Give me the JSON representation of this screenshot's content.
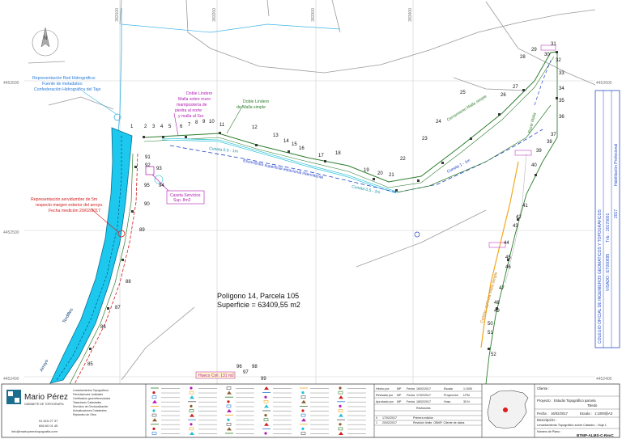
{
  "annotations": {
    "rio_label": "Representación Red Hidrográfica: Fuente de metadatos: Confederación Hidrográfica del Tajo",
    "lindero_malla": "Doble Lindero Malla sobre muro mampostería de piedra al norte y malla al Sur",
    "lindero_simple": "Doble Lindero de Malla simple",
    "servidumbre": "Representación servidumbre de 5m respecto margen exterior del arroyo. Fecha medición 20/02/2017",
    "caseta": "Caseta Servicios Sup. 8m2",
    "poligono": "Polígono 14, Parcela 105",
    "superficie": "Superficie = 63409,55 m2",
    "hueco": "Hueco Coll. 131 m2",
    "arroyo": "Arroyo",
    "tordillos": "Tordillos",
    "cuneta": "Cuneta 0.5 - 1m",
    "escorrentia": "Escorrentía superficial estacional intermitente",
    "cerramiento": "Cerramiento Malla simple",
    "poste": "Poste Malla",
    "cuneta2": "Cuneta 0.5 - 2m",
    "cuneta3": "Cuneta 1 - 1m",
    "camino": "Camino agrícola Malla simple",
    "north": "N"
  },
  "coords": {
    "x1": "383100",
    "x2": "383200",
    "x3": "383300",
    "x4": "383400",
    "y1": "4452600",
    "y2": "4452500",
    "y3": "4452400"
  },
  "points": [
    "1",
    "2",
    "3",
    "4",
    "5",
    "6",
    "7",
    "8",
    "9",
    "10",
    "11",
    "12",
    "13",
    "14",
    "15",
    "16",
    "17",
    "18",
    "19",
    "20",
    "21",
    "22",
    "23",
    "24",
    "25",
    "26",
    "27",
    "28",
    "29",
    "30",
    "31",
    "32",
    "33",
    "34",
    "35",
    "36",
    "37",
    "38",
    "39",
    "40",
    "41",
    "42",
    "43",
    "44",
    "45",
    "46",
    "47",
    "48",
    "49",
    "50",
    "51",
    "52",
    "85",
    "86",
    "87",
    "88",
    "89",
    "90",
    "91",
    "92",
    "93",
    "94",
    "95",
    "96",
    "97",
    "98",
    "99"
  ],
  "company": {
    "name": "Mario Pérez",
    "subtitle": "GABINETE DE TOPOGRAFÍA",
    "services": [
      "Levantamientos Topográficos",
      "Parcelaciones Judiciales",
      "Certificados georreferenciados",
      "Tasaciones Catastrales",
      "Servicios de Geolocalización",
      "Actualizaciones Catastrales",
      "Replanteo de Obra"
    ],
    "phone1": "91 815 27 37",
    "phone2": "656 60 01 45",
    "email": "info@mariopereztopografia.com"
  },
  "revisions": {
    "rows": [
      [
        "Hecho por",
        "MP",
        "Fecha",
        "16/02/2017",
        "Escala",
        "1:1000"
      ],
      [
        "Revisado por",
        "MP",
        "Fecha",
        "17/02/2017",
        "Proyección",
        "UTM"
      ],
      [
        "Aprobado por",
        "MP",
        "Fecha",
        "18/02/2017",
        "Huso",
        "30 N"
      ]
    ],
    "header": "Revisiones",
    "list": [
      [
        "0",
        "17/02/2017",
        "Primera edición"
      ],
      [
        "1",
        "20/02/2017",
        "Revisión límite. OBMP, Cliente de datos"
      ]
    ]
  },
  "titleblock": {
    "client_label": "Cliente :",
    "project_label": "Proyecto :",
    "project": "Estudio Topográfico parcela",
    "location": "Toledo",
    "date_label": "Fecha :",
    "date": "16/02/2017",
    "scale_label": "Escala :",
    "scale": "1:1000@A3",
    "description_label": "Descripción :",
    "description": "Levantamiento Topográfico sobre Catastro - Hoja 1",
    "plan_label": "Número de Plano :",
    "plan_code": "BTMP-ALMS-C-RevC"
  },
  "stamp": {
    "title": "COLEGIO OFICIAL DE INGENIEROS GEOMÁTICOS Y TOPOGRÁFICOS",
    "visado": "VISADO : ET000695",
    "date": "Trib. : 20170001",
    "year": "2017",
    "habil": "Habilitación Profesional"
  }
}
